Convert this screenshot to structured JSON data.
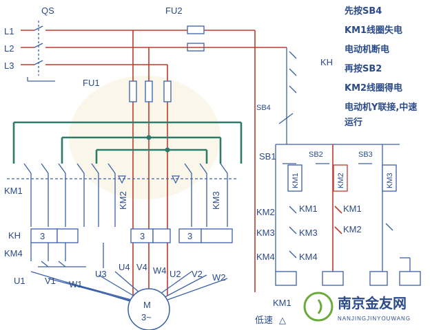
{
  "power": {
    "qs": "QS",
    "fu2": "FU2",
    "fu1": "FU1",
    "lines": [
      "L1",
      "L2",
      "L3"
    ],
    "kh_control": "KH"
  },
  "main_circuit": {
    "km1": "KM1",
    "km2": "KM2",
    "km3": "KM3",
    "kh": "KH",
    "km4": "KM4",
    "relay_value": "3",
    "terminals": [
      "U1",
      "V1",
      "W1",
      "U3",
      "U4",
      "V4",
      "W4",
      "U2",
      "V2",
      "W2"
    ],
    "motor_symbol": "M",
    "motor_phase": "3~"
  },
  "control_circuit": {
    "sb4": "SB4",
    "sb1": "SB1",
    "sb2": "SB2",
    "sb3": "SB3",
    "coil_km1": "KM1",
    "coil_km2": "KM2",
    "coil_km3": "KM3",
    "row_km2": "KM2",
    "row_km3": "KM3",
    "row_km4": "KM4",
    "contact_km1_a": "KM1",
    "contact_km3": "KM3",
    "contact_km4": "KM4",
    "contact_km1_b": "KM1",
    "contact_km2": "KM2",
    "bottom_km1": "KM1",
    "low_speed": "低速",
    "triangle_symbol": "△"
  },
  "notes": [
    "先按SB4",
    "KM1线圈失电",
    "电动机断电",
    "再按SB2",
    "KM2线圈得电",
    "电动机Y联接,中速",
    "运行"
  ],
  "watermark": {
    "brand": "南京金友网",
    "sub": "NANJINGJINYOUWANG"
  },
  "colors": {
    "wire_blue": "#3a5fa8",
    "wire_teal": "#2e7a6a",
    "wire_red": "#c0392b",
    "label": "#2a4a8a",
    "brand_green": "#6aaa3a"
  }
}
